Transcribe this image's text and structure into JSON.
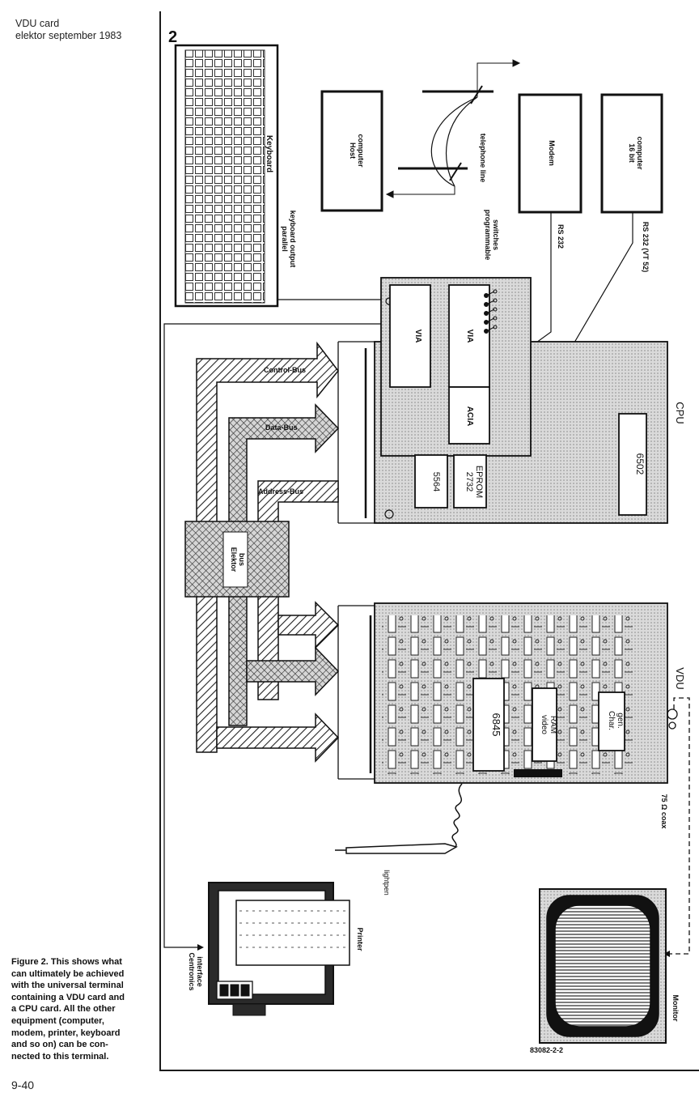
{
  "header": {
    "line1": "VDU card",
    "line2": "elektor september 1983"
  },
  "figure": {
    "number": "2",
    "code": "83082-2-2",
    "labels": {
      "keyboard": "Keyboard",
      "parallel1": "parallel",
      "parallel2": "keyboard output",
      "host1": "Host",
      "host2": "computer",
      "telephone": "telephone line",
      "modem": "Modem",
      "bit1": "16 bit",
      "bit2": "computer",
      "prog1": "programmable",
      "prog2": "switches",
      "rs232": "RS 232",
      "rs232vt": "RS 232 (VT 52)",
      "via1": "VIA",
      "via2": "VIA",
      "acia": "ACIA",
      "cpu": "CPU",
      "cpu_chip": "6502",
      "ram": "5564",
      "eprom1": "2732",
      "eprom2": "EPROM",
      "control_bus": "Control-Bus",
      "data_bus": "Data-Bus",
      "address_bus": "Address-Bus",
      "elektor1": "Elektor",
      "elektor2": "bus",
      "vdu": "VDU",
      "crtc": "6845",
      "video1": "video",
      "video2": "RAM",
      "char1": "Char.",
      "char2": "gen.",
      "board_code": "83082",
      "coax": "75 Ω coax",
      "lightpen": "lightpen",
      "printer": "Printer",
      "centronics1": "Centronics",
      "centronics2": "interface",
      "monitor": "Monitor"
    }
  },
  "caption": {
    "lines": [
      "Figure 2. This shows what",
      "can ultimately be achieved",
      "with the universal terminal",
      "containing a VDU card and",
      "a CPU card. All the other",
      "equipment (computer,",
      "modem, printer, keyboard",
      "and so on) can be con-",
      "nected to this terminal."
    ]
  },
  "page_number": "9-40"
}
